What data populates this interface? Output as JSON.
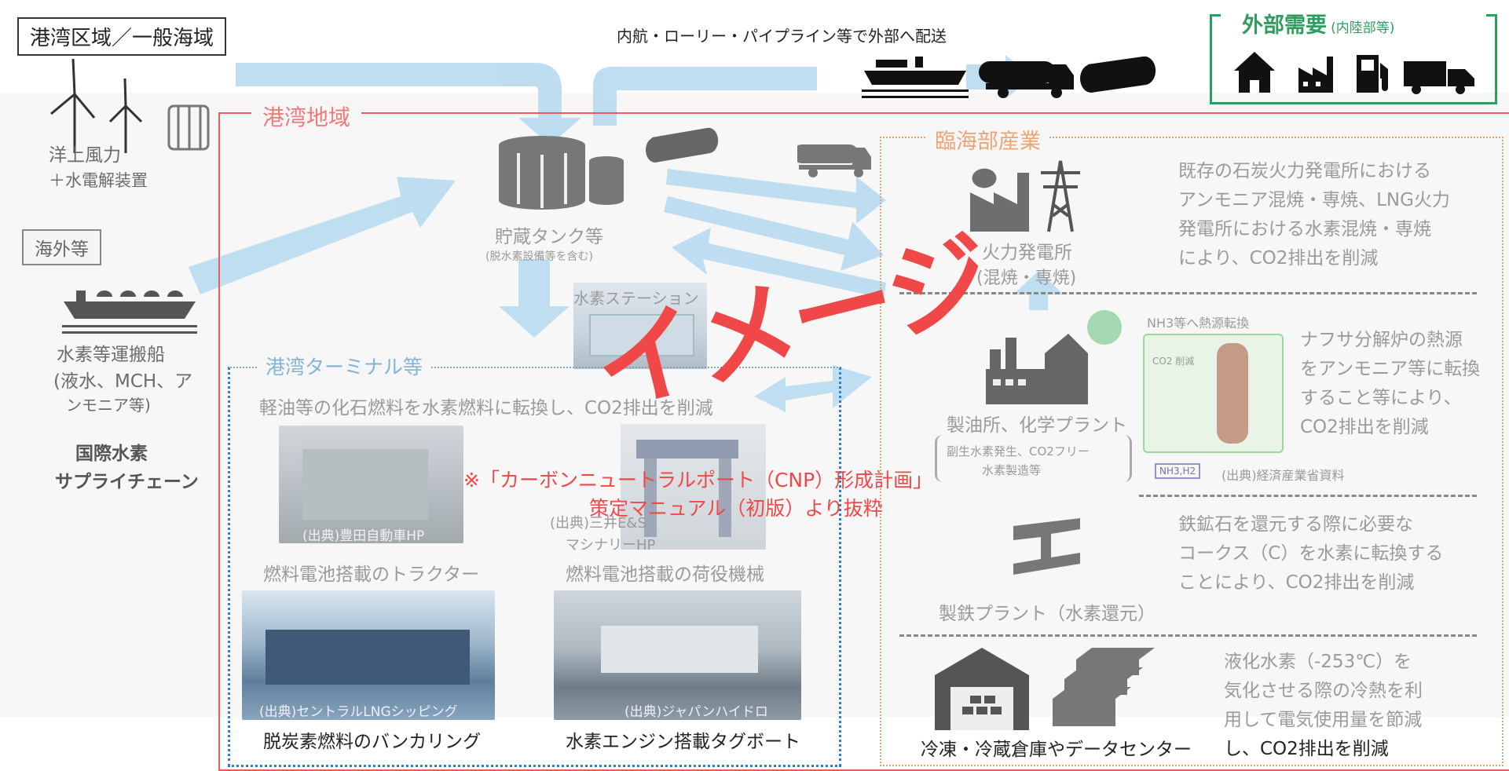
{
  "header": {
    "region_label": "港湾区域／一般海域",
    "delivery_text": "内航・ローリー・パイプライン等で外部へ配送",
    "external_demand_title": "外部需要",
    "external_demand_sub": "(内陸部等)"
  },
  "left": {
    "wind_label_1": "洋上風力",
    "wind_label_2": "＋水電解装置",
    "overseas_label": "海外等",
    "ship_label_1": "水素等運搬船",
    "ship_label_2": "(液水、MCH、ア",
    "ship_label_3": "ンモニア等)",
    "supply_chain_1": "国際水素",
    "supply_chain_2": "サプライチェーン"
  },
  "port": {
    "port_region_label": "港湾地域",
    "storage_label_1": "貯蔵タンク等",
    "storage_label_2": "(脱水素設備等を含む)",
    "station_label": "水素ステーション",
    "terminal_label": "港湾ターミナル等",
    "terminal_desc": "軽油等の化石燃料を水素燃料に転換し、CO2排出を削減",
    "tractor_caption": "燃料電池搭載のトラクター",
    "tractor_source": "(出典)豊田自動車HP",
    "cargo_caption": "燃料電池搭載の荷役機械",
    "cargo_source_1": "(出典)三井E&S",
    "cargo_source_2": "マシナリーHP",
    "bunkering_caption": "脱炭素燃料のバンカリング",
    "bunkering_source": "(出典)セントラルLNGシッピング",
    "tugboat_caption": "水素エンジン搭載タグボート",
    "tugboat_source": "(出典)ジャパンハイドロ"
  },
  "coastal": {
    "title": "臨海部産業",
    "power_label_1": "火力発電所",
    "power_label_2": "(混焼・専焼)",
    "power_desc": [
      "既存の石炭火力発電所における",
      "アンモニア混焼・専焼、LNG火力",
      "発電所における水素混焼・専焼",
      "により、CO2排出を削減"
    ],
    "refinery_label": "製油所、化学プラント",
    "refinery_sub_1": "副生水素発生、CO2フリー",
    "refinery_sub_2": "水素製造等",
    "nh3_label": "NH3等へ熱源転換",
    "co2_label": "CO2 削減",
    "nh_box": "NH3,H2",
    "source_meti": "(出典)経済産業省資料",
    "naphtha_desc": [
      "ナフサ分解炉の熱源",
      "をアンモニア等に転換",
      "すること等により、",
      "CO2排出を削減"
    ],
    "steel_label": "製鉄プラント（水素還元）",
    "steel_desc": [
      "鉄鉱石を還元する際に必要な",
      "コークス（C）を水素に転換する",
      "ことにより、CO2排出を削減"
    ],
    "warehouse_label": "冷凍・冷蔵倉庫やデータセンター",
    "warehouse_desc": [
      "液化水素（-253℃）を",
      "気化させる際の冷熱を利",
      "用して電気使用量を節減",
      "し、CO2排出を削減"
    ]
  },
  "overlay": {
    "image_stamp": "イメージ",
    "note_1": "※「カーボンニュートラルポート（CNP）形成計画」",
    "note_2": "策定マニュアル（初版）より抜粋"
  },
  "colors": {
    "arrow_blue": "#bcdcf0",
    "port_red": "#f05a5a",
    "green": "#2e9e5e",
    "stamp_red": "#f04848"
  }
}
